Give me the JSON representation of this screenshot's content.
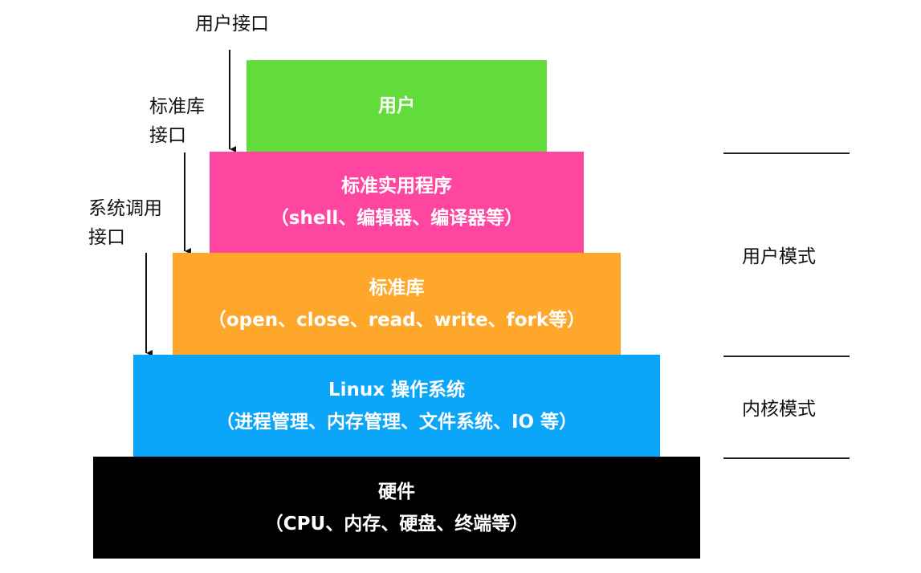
{
  "interfaces": {
    "user_interface": [
      "用户接口"
    ],
    "stdlib_interface": [
      "标准库",
      "接口"
    ],
    "syscall_interface": [
      "系统调用",
      "接口"
    ]
  },
  "layers": {
    "user": {
      "title": "用户",
      "color": "#62dc3a"
    },
    "utilities": {
      "title": "标准实用程序",
      "subtitle": "（shell、编辑器、编译器等）",
      "color": "#fe45a0"
    },
    "stdlib": {
      "title": "标准库",
      "subtitle": "（open、close、read、write、fork等）",
      "color": "#fea72a"
    },
    "os": {
      "title": "Linux 操作系统",
      "subtitle": "（进程管理、内存管理、文件系统、IO 等）",
      "color": "#0ba5fa"
    },
    "hardware": {
      "title": "硬件",
      "subtitle": "（CPU、内存、硬盘、终端等）",
      "color": "#000000"
    }
  },
  "modes": {
    "user_mode": "用户模式",
    "kernel_mode": "内核模式"
  }
}
